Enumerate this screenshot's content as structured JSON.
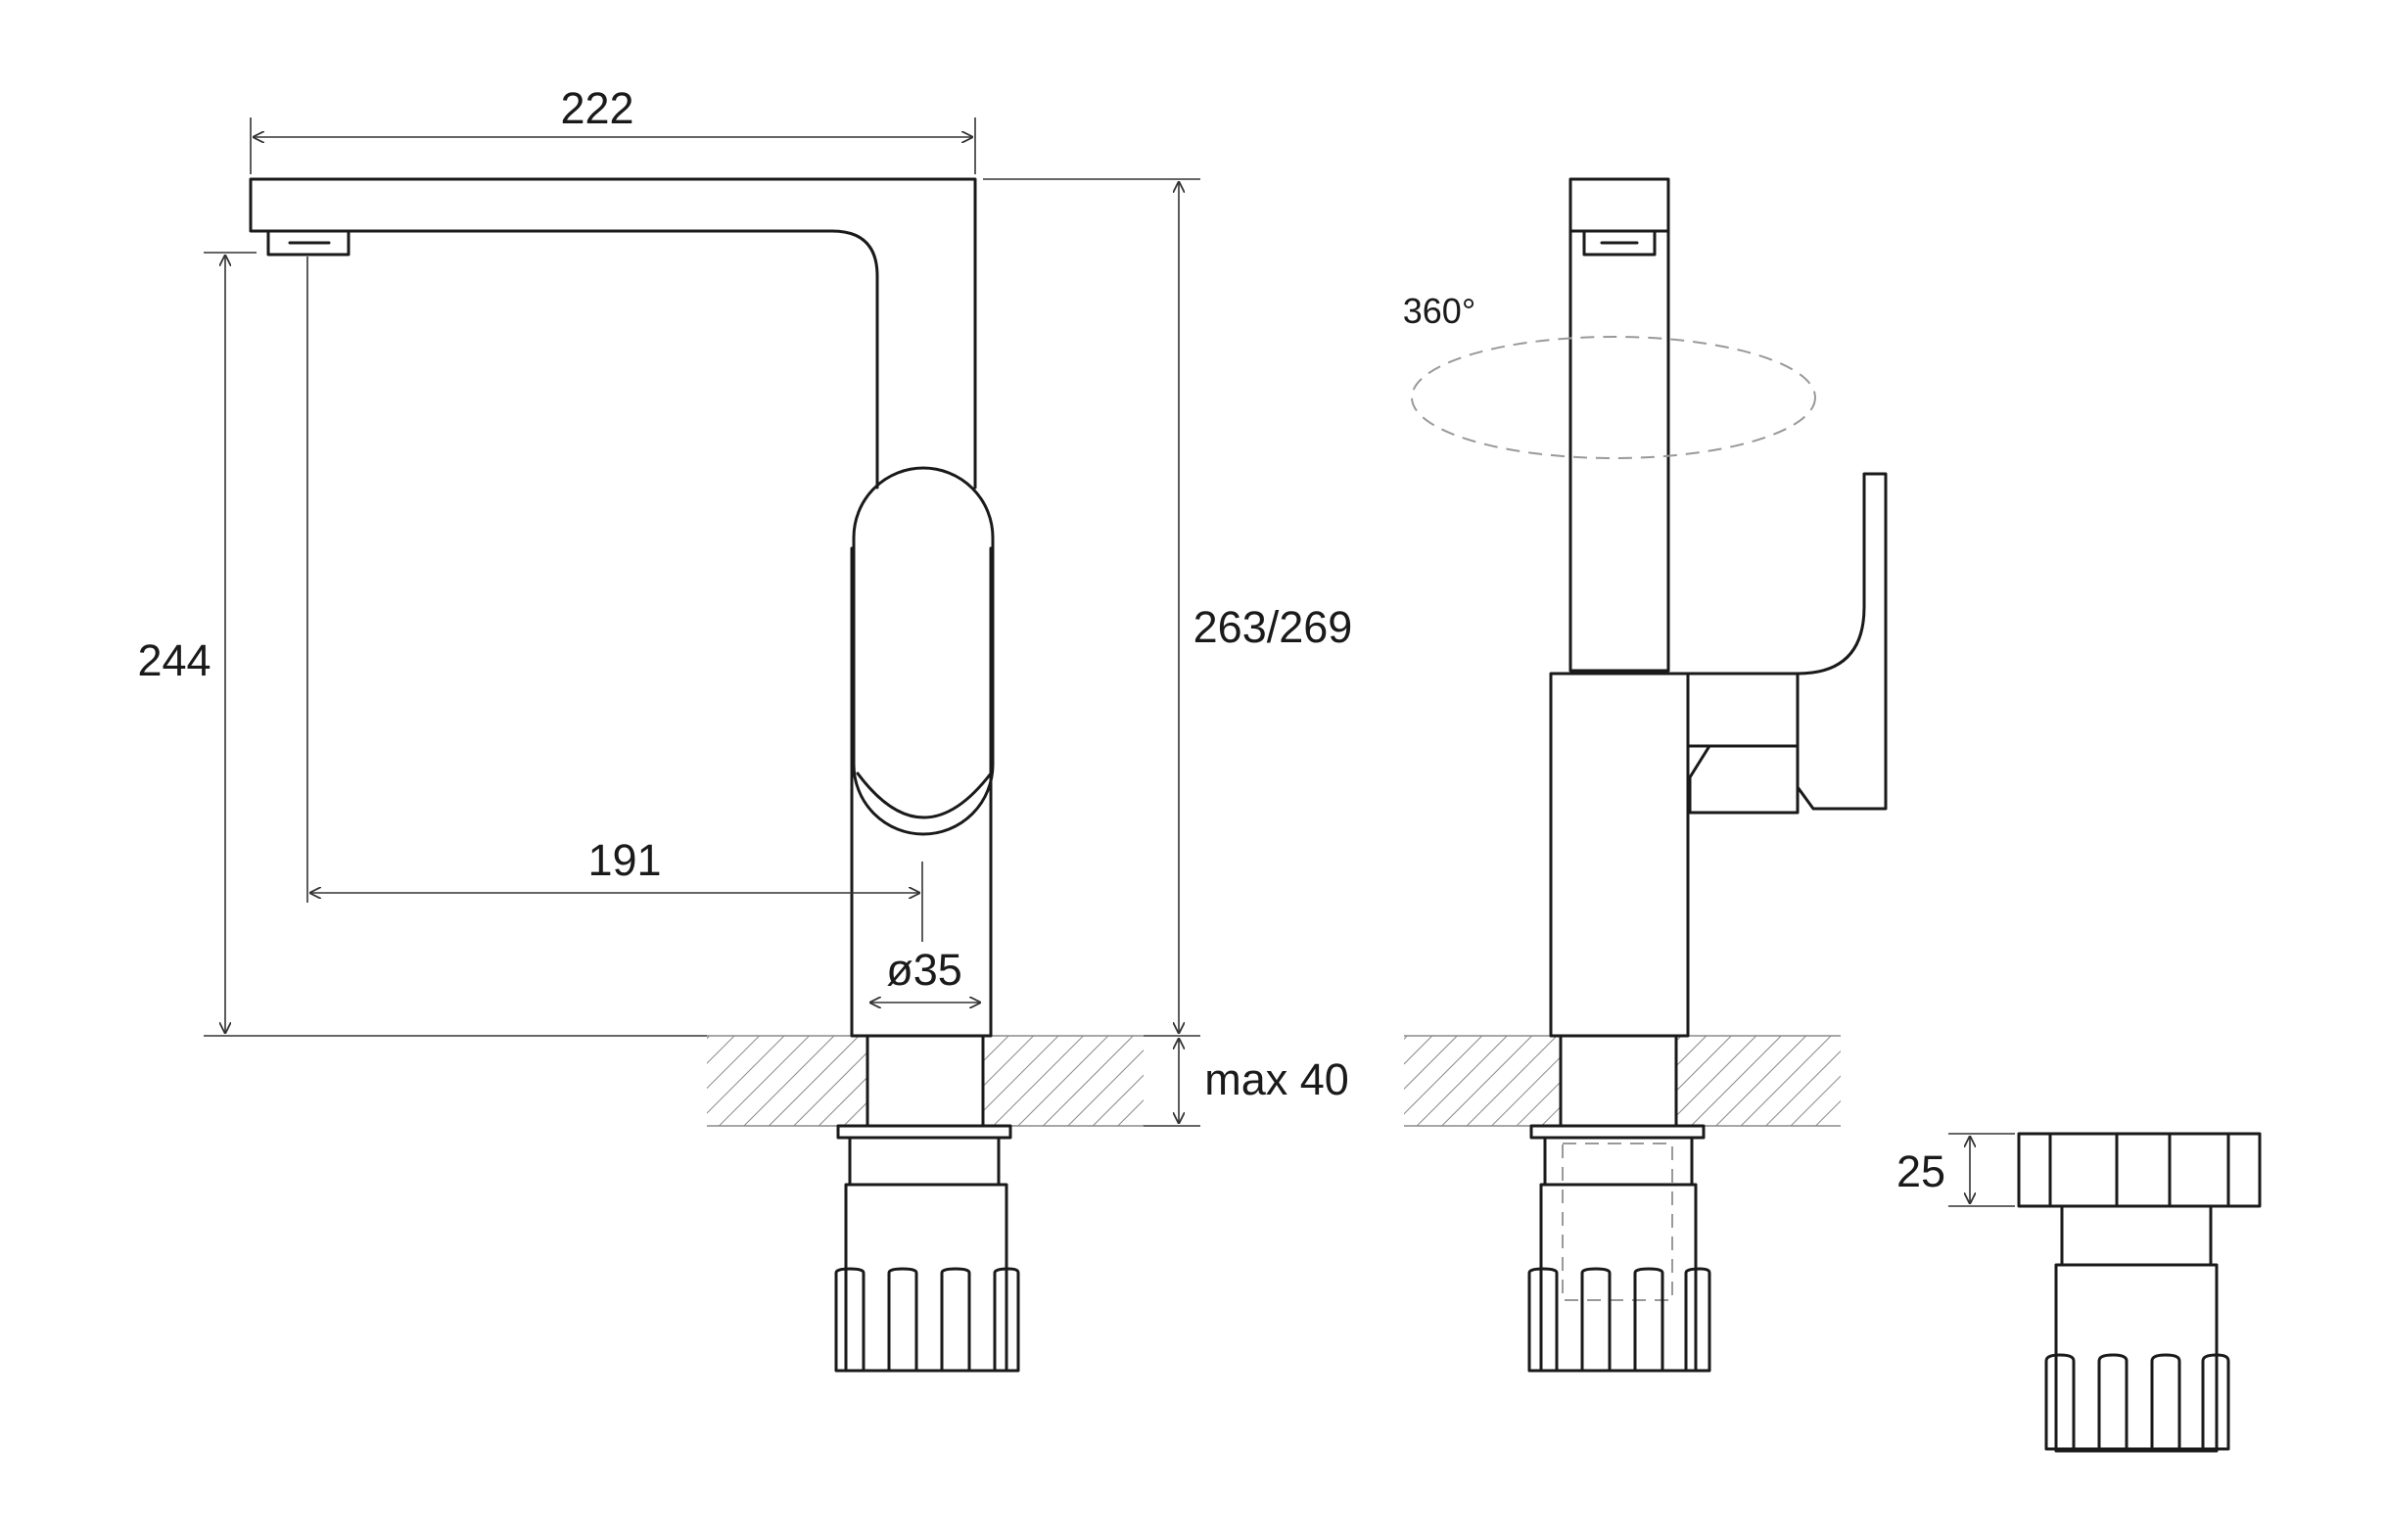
{
  "drawing": {
    "dimensions": {
      "spout_length": "222",
      "spout_outlet_height": "244",
      "total_height": "263/269",
      "spout_reach": "191",
      "base_diameter": "ø35",
      "max_countertop_thickness": "max 40",
      "nut_height": "25"
    },
    "rotation_label": "360°",
    "colors": {
      "line": "#1a1a1a",
      "hatch": "#888888",
      "background": "#ffffff"
    }
  }
}
